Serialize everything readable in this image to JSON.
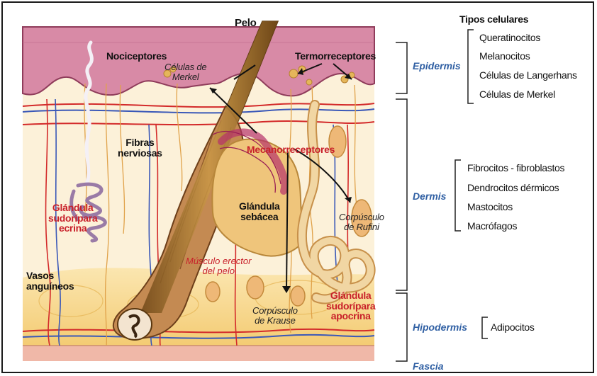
{
  "structures": {
    "pelo": "Pelo",
    "nociceptores": "Nociceptores",
    "celulas_merkel": [
      "Células de",
      "Merkel"
    ],
    "termorreceptores": "Termorreceptores",
    "fibras_nerviosas": [
      "Fibras",
      "nerviosas"
    ],
    "mecanorreceptores": "Mecanorreceptores",
    "glandula_sudoripara_ecrina": [
      "Glándula",
      "sudorípara",
      "ecrina"
    ],
    "glandula_sebacea": [
      "Glándula",
      "sebácea"
    ],
    "corpusculo_rufini": [
      "Corpúsculo",
      "de Rufini"
    ],
    "musculo_erector": [
      "Músculo erector",
      "del pelo"
    ],
    "vasos_sanguineos": [
      "Vasos",
      "anguíneos"
    ],
    "corpusculo_krause": [
      "Corpúsculo",
      "de Krause"
    ],
    "glandula_sudoripara_apocrina": [
      "Glándula",
      "sudorípara",
      "apocrina"
    ]
  },
  "legend": {
    "title": "Tipos celulares",
    "layers": [
      {
        "name": "Epidermis",
        "cells": [
          "Queratinocitos",
          "Melanocitos",
          "Células de Langerhans",
          "Células de Merkel"
        ]
      },
      {
        "name": "Dermis",
        "cells": [
          "Fibrocitos - fibroblastos",
          "Dendrocitos dérmicos",
          "Mastocitos",
          "Macrófagos"
        ]
      },
      {
        "name": "Hipodermis",
        "cells": [
          "Adipocitos"
        ]
      },
      {
        "name": "Fascia",
        "cells": []
      }
    ]
  },
  "colors": {
    "epidermis": "#d88aa6",
    "dermis": "#fbefd4",
    "hypodermis": "#f5d58a",
    "hair": "#a8742d",
    "gland": "#efc57b",
    "vessel_red": "#d32a2a",
    "vessel_blue": "#3a58b8",
    "layer_label": "#2f5fa3",
    "label_red": "#c8202a"
  }
}
